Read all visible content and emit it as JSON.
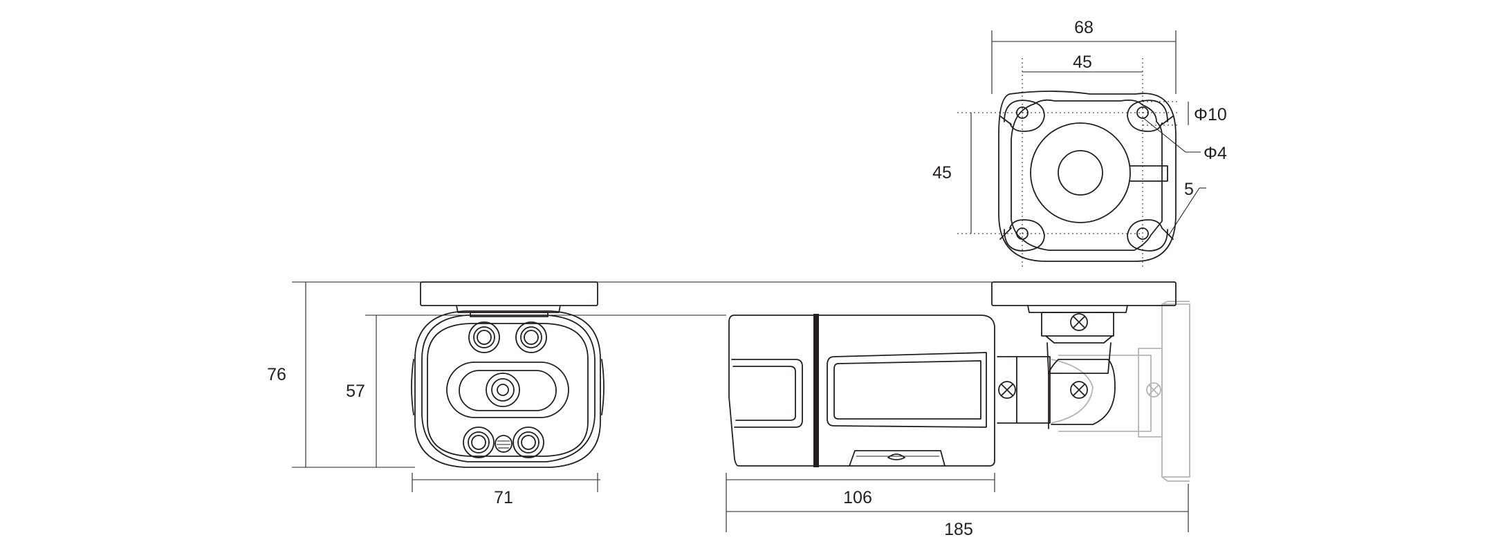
{
  "dimensions": {
    "top_width": "68",
    "hole_spacing_h": "45",
    "hole_spacing_v": "45",
    "outer_hole_dia": "Φ10",
    "inner_hole_dia": "Φ4",
    "corner": "5",
    "total_height": "76",
    "body_height": "57",
    "body_width": "71",
    "body_length": "106",
    "total_length": "185"
  },
  "colors": {
    "line": "#231f20",
    "ghost": "#b5b5b5",
    "background": "#ffffff"
  }
}
